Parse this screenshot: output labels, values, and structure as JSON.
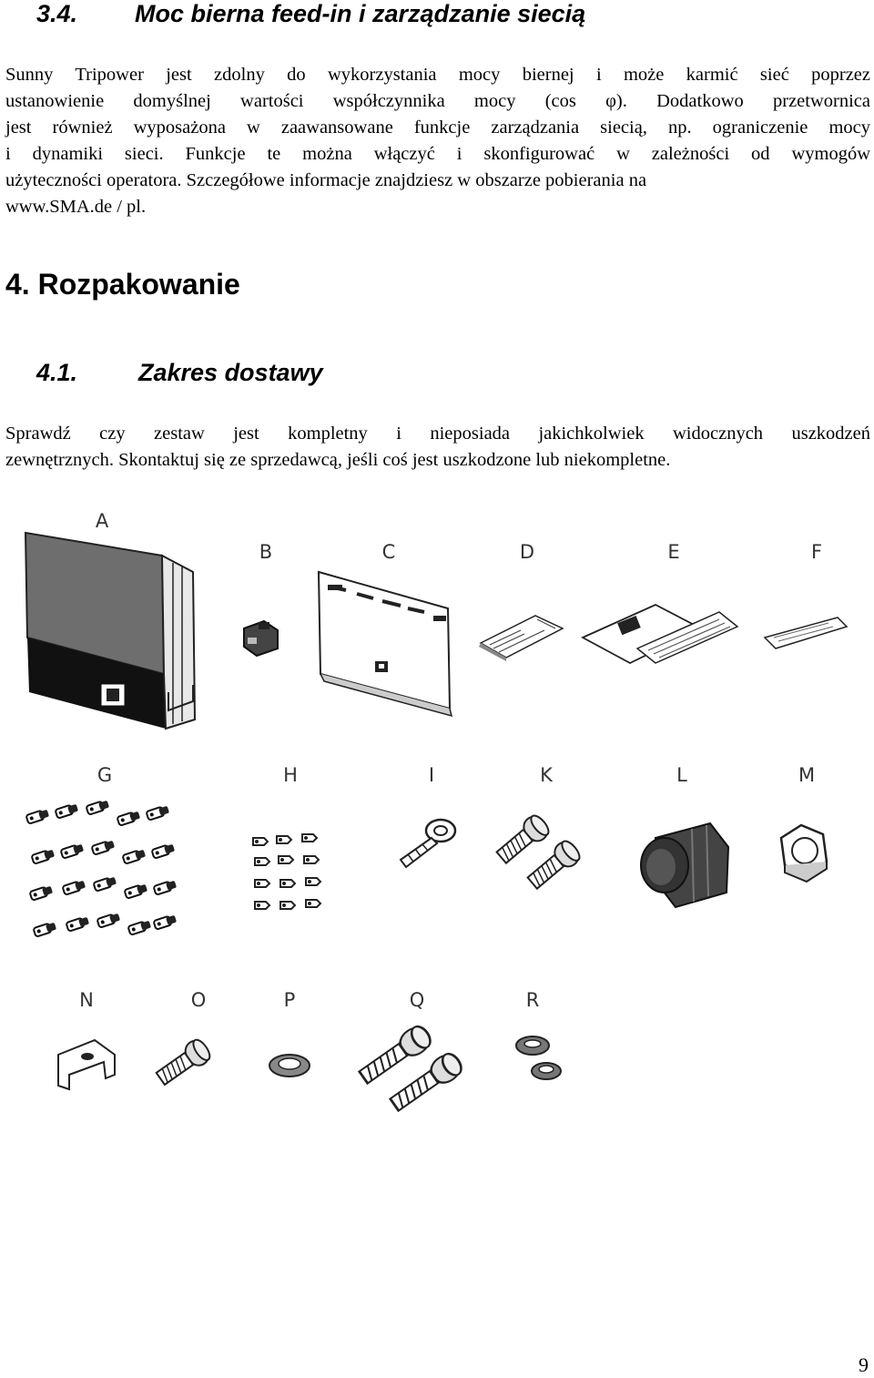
{
  "section_34": {
    "number": "3.4.",
    "title": "Moc bierna feed-in i zarządzanie siecią"
  },
  "paragraph_1": {
    "lines": [
      "Sunny Tripower jest zdolny do wykorzystania mocy biernej i może karmić sieć poprzez",
      "ustanowienie domyślnej wartości współczynnika mocy (cos φ). Dodatkowo przetwornica",
      "jest również wyposażona w zaawansowane funkcje zarządzania siecią, np. ograniczenie mocy",
      "i dynamiki sieci. Funkcje te można włączyć i skonfigurować w zależności od wymogów",
      "użyteczności operatora. Szczegółowe informacje znajdziesz w obszarze pobierania na",
      " www.SMA.de / pl."
    ]
  },
  "section_4": {
    "title": "4. Rozpakowanie"
  },
  "section_41": {
    "number": "4.1.",
    "title": "Zakres dostawy"
  },
  "paragraph_2": {
    "lines": [
      "Sprawdź czy zestaw jest kompletny i nieposiada jakichkolwiek widocznych uszkodzeń",
      "zewnętrznych. Skontaktuj się ze sprzedawcą, jeśli coś jest uszkodzone lub niekompletne."
    ]
  },
  "parts": {
    "labels": [
      "A",
      "B",
      "C",
      "D",
      "E",
      "F",
      "G",
      "H",
      "I",
      "K",
      "L",
      "M",
      "N",
      "O",
      "P",
      "Q",
      "R"
    ]
  },
  "page_number": "9"
}
